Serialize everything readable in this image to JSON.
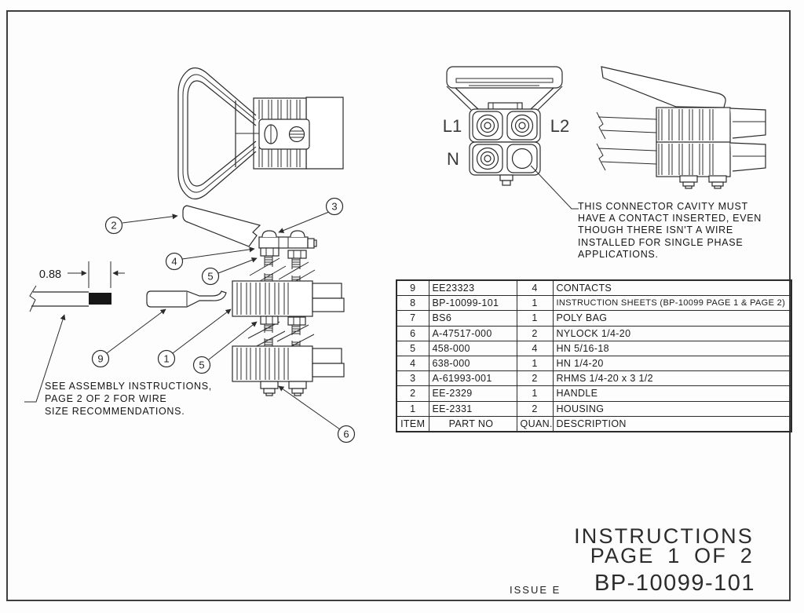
{
  "sheet": {
    "title_line1": "INSTRUCTIONS",
    "title_line2": "PAGE 1 OF 2",
    "part_number": "BP-10099-101",
    "issue_label": "ISSUE E"
  },
  "front_view": {
    "label_l1": "L1",
    "label_l2": "L2",
    "label_n": "N"
  },
  "dimension": {
    "strip_length": "0.88"
  },
  "callouts": {
    "c1": "1",
    "c2": "2",
    "c3": "3",
    "c4": "4",
    "c5": "5",
    "c6": "6",
    "c9": "9"
  },
  "notes": {
    "cavity_note": {
      "line1": "THIS CONNECTOR CAVITY MUST",
      "line2": "HAVE A CONTACT INSERTED, EVEN",
      "line3": "THOUGH THERE ISN'T A WIRE",
      "line4": "INSTALLED FOR SINGLE PHASE",
      "line5": "APPLICATIONS."
    },
    "assembly_note": {
      "line1": "SEE ASSEMBLY INSTRUCTIONS,",
      "line2": "PAGE 2 OF 2 FOR WIRE",
      "line3": "SIZE RECOMMENDATIONS."
    }
  },
  "parts_table": {
    "headers": {
      "item": "ITEM",
      "part_no": "PART NO",
      "quan": "QUAN.",
      "description": "DESCRIPTION"
    },
    "rows": [
      {
        "item": "9",
        "part_no": "EE23323",
        "quan": "4",
        "description": "CONTACTS"
      },
      {
        "item": "8",
        "part_no": "BP-10099-101",
        "quan": "1",
        "description": "INSTRUCTION SHEETS (BP-10099 PAGE 1 & PAGE 2)"
      },
      {
        "item": "7",
        "part_no": "BS6",
        "quan": "1",
        "description": "POLY BAG"
      },
      {
        "item": "6",
        "part_no": "A-47517-000",
        "quan": "2",
        "description": "NYLOCK 1/4-20"
      },
      {
        "item": "5",
        "part_no": "458-000",
        "quan": "4",
        "description": "HN 5/16-18"
      },
      {
        "item": "4",
        "part_no": "638-000",
        "quan": "1",
        "description": "HN 1/4-20"
      },
      {
        "item": "3",
        "part_no": "A-61993-001",
        "quan": "2",
        "description": "RHMS 1/4-20 x 3 1/2"
      },
      {
        "item": "2",
        "part_no": "EE-2329",
        "quan": "1",
        "description": "HANDLE"
      },
      {
        "item": "1",
        "part_no": "EE-2331",
        "quan": "2",
        "description": "HOUSING"
      }
    ]
  },
  "colors": {
    "ink": "#2b2b2b",
    "text": "#1c1c1c",
    "paper": "#fdfdfd",
    "wire_strip": "#161616"
  }
}
